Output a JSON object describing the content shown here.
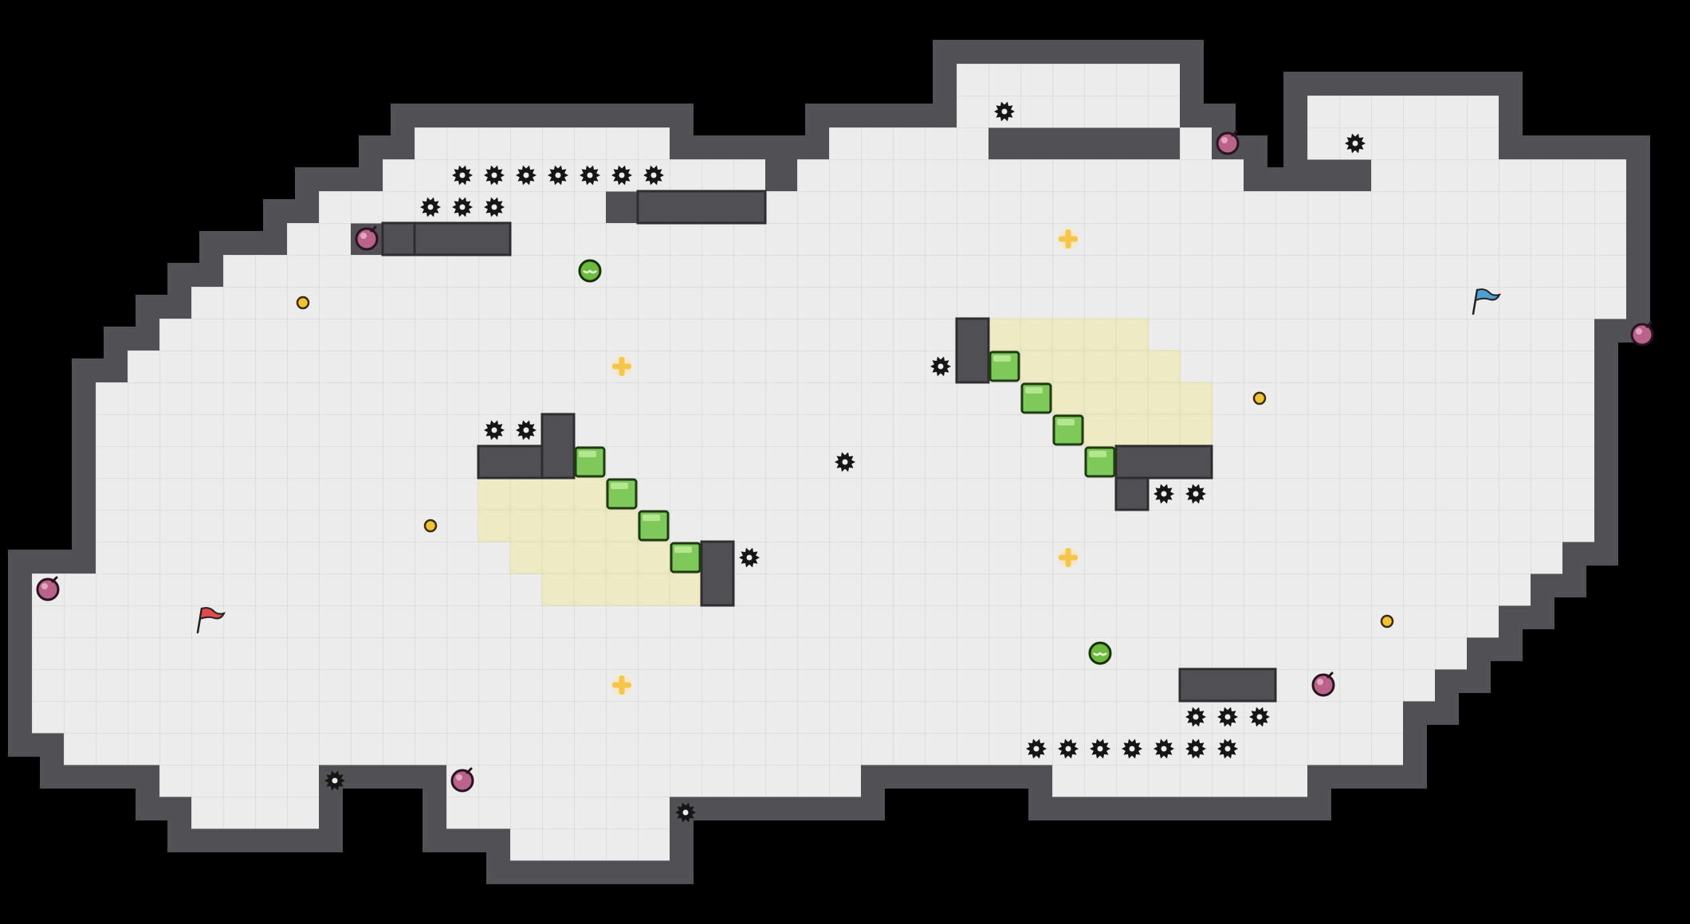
{
  "level": {
    "cols": 53,
    "rows": 29,
    "tile": 40,
    "row_spans": [
      [],
      [],
      [
        [
          30,
          37
        ]
      ],
      [
        [
          30,
          37
        ],
        [
          41,
          47
        ]
      ],
      [
        [
          26,
          31
        ],
        [
          13,
          21
        ],
        [
          37,
          38
        ],
        [
          41,
          47
        ]
      ],
      [
        [
          12,
          24
        ],
        [
          25,
          39
        ],
        [
          43,
          51
        ]
      ],
      [
        [
          10,
          19
        ],
        [
          20,
          51
        ]
      ],
      [
        [
          9,
          11
        ],
        [
          12,
          51
        ]
      ],
      [
        [
          7,
          51
        ]
      ],
      [
        [
          6,
          51
        ]
      ],
      [
        [
          5,
          50
        ]
      ],
      [
        [
          4,
          50
        ]
      ],
      [
        [
          3,
          50
        ]
      ],
      [
        [
          3,
          50
        ]
      ],
      [
        [
          3,
          50
        ]
      ],
      [
        [
          3,
          50
        ]
      ],
      [
        [
          3,
          50
        ]
      ],
      [
        [
          3,
          49
        ]
      ],
      [
        [
          1,
          48
        ]
      ],
      [
        [
          1,
          47
        ]
      ],
      [
        [
          1,
          46
        ]
      ],
      [
        [
          1,
          45
        ]
      ],
      [
        [
          1,
          44
        ]
      ],
      [
        [
          2,
          44
        ]
      ],
      [
        [
          5,
          10
        ],
        [
          14,
          27
        ],
        [
          33,
          41
        ]
      ],
      [
        [
          6,
          10
        ],
        [
          14,
          21
        ]
      ],
      [
        [
          16,
          21
        ]
      ],
      [],
      []
    ],
    "wall_blocks": [
      [
        13,
        7,
        3,
        1
      ],
      [
        12,
        7,
        1,
        1
      ],
      [
        15,
        14,
        3,
        1
      ],
      [
        17,
        13,
        1,
        2
      ],
      [
        22,
        17,
        1,
        2
      ],
      [
        30,
        10,
        1,
        2
      ],
      [
        35,
        14,
        3,
        1
      ],
      [
        35,
        15,
        1,
        1
      ],
      [
        37,
        21,
        3,
        1
      ],
      [
        20,
        6,
        4,
        1
      ]
    ],
    "yellow_cells": [
      [
        15,
        15
      ],
      [
        16,
        15
      ],
      [
        17,
        15
      ],
      [
        18,
        15
      ],
      [
        15,
        16
      ],
      [
        16,
        16
      ],
      [
        17,
        16
      ],
      [
        18,
        16
      ],
      [
        19,
        16
      ],
      [
        16,
        17
      ],
      [
        17,
        17
      ],
      [
        18,
        17
      ],
      [
        19,
        17
      ],
      [
        20,
        17
      ],
      [
        17,
        18
      ],
      [
        18,
        18
      ],
      [
        19,
        18
      ],
      [
        20,
        18
      ],
      [
        21,
        18
      ],
      [
        31,
        10
      ],
      [
        32,
        10
      ],
      [
        33,
        10
      ],
      [
        34,
        10
      ],
      [
        35,
        10
      ],
      [
        32,
        11
      ],
      [
        33,
        11
      ],
      [
        34,
        11
      ],
      [
        35,
        11
      ],
      [
        36,
        11
      ],
      [
        33,
        12
      ],
      [
        34,
        12
      ],
      [
        35,
        12
      ],
      [
        36,
        12
      ],
      [
        37,
        12
      ],
      [
        34,
        13
      ],
      [
        35,
        13
      ],
      [
        36,
        13
      ],
      [
        37,
        13
      ]
    ],
    "green_blocks": [
      [
        18,
        14
      ],
      [
        19,
        15
      ],
      [
        20,
        16
      ],
      [
        21,
        17
      ],
      [
        31,
        11
      ],
      [
        32,
        12
      ],
      [
        33,
        13
      ],
      [
        34,
        14
      ]
    ],
    "saws": [
      [
        14,
        5
      ],
      [
        15,
        5
      ],
      [
        16,
        5
      ],
      [
        17,
        5
      ],
      [
        18,
        5
      ],
      [
        19,
        5
      ],
      [
        20,
        5
      ],
      [
        13,
        6
      ],
      [
        14,
        6
      ],
      [
        15,
        6
      ],
      [
        15,
        13
      ],
      [
        16,
        13
      ],
      [
        23,
        17
      ],
      [
        26,
        14
      ],
      [
        29,
        11
      ],
      [
        31,
        3
      ],
      [
        42,
        4
      ],
      [
        36,
        15
      ],
      [
        37,
        15
      ],
      [
        37,
        22
      ],
      [
        38,
        22
      ],
      [
        39,
        22
      ],
      [
        32,
        23
      ],
      [
        33,
        23
      ],
      [
        34,
        23
      ],
      [
        35,
        23
      ],
      [
        36,
        23
      ],
      [
        37,
        23
      ],
      [
        38,
        23
      ],
      [
        10,
        24
      ],
      [
        21,
        25
      ]
    ],
    "bombs": [
      [
        11,
        7
      ],
      [
        38,
        4
      ],
      [
        51,
        10
      ],
      [
        1,
        18
      ],
      [
        41,
        21
      ],
      [
        14,
        24
      ]
    ],
    "coins": [
      [
        9,
        9
      ],
      [
        13,
        16
      ],
      [
        39,
        12
      ],
      [
        43,
        19
      ]
    ],
    "plus_pickups": [
      [
        33,
        7
      ],
      [
        19,
        11
      ],
      [
        33,
        17
      ],
      [
        19,
        21
      ]
    ],
    "bumpers": [
      [
        18,
        8
      ],
      [
        34,
        20
      ]
    ],
    "flags": [
      {
        "role": "start",
        "col": 6,
        "row": 19,
        "color": "#e14b4b"
      },
      {
        "role": "goal",
        "col": 46,
        "row": 9,
        "color": "#4f9fd0"
      }
    ]
  },
  "colors": {
    "background": "#000000",
    "floor": "#ececec",
    "grid_line": "#dadada",
    "wall": "#505055",
    "wall_edge": "#2e2e32",
    "yellow_zone": "#eeebc4",
    "green_block": "#7fc85a",
    "green_block_edge": "#1f3a12",
    "saw": "#151515",
    "bomb": "#b9638a",
    "bomb_highlight": "#e6a3c3",
    "coin": "#f1c232",
    "plus": "#f6c447",
    "bumper": "#6dbb3c"
  },
  "icons": {
    "saw": "spiked-saw-icon",
    "bomb": "bomb-icon",
    "coin": "coin-icon",
    "plus": "plus-pickup-icon",
    "bumper": "bumper-icon",
    "flag": "flag-icon",
    "green_block": "pushable-block-icon"
  }
}
